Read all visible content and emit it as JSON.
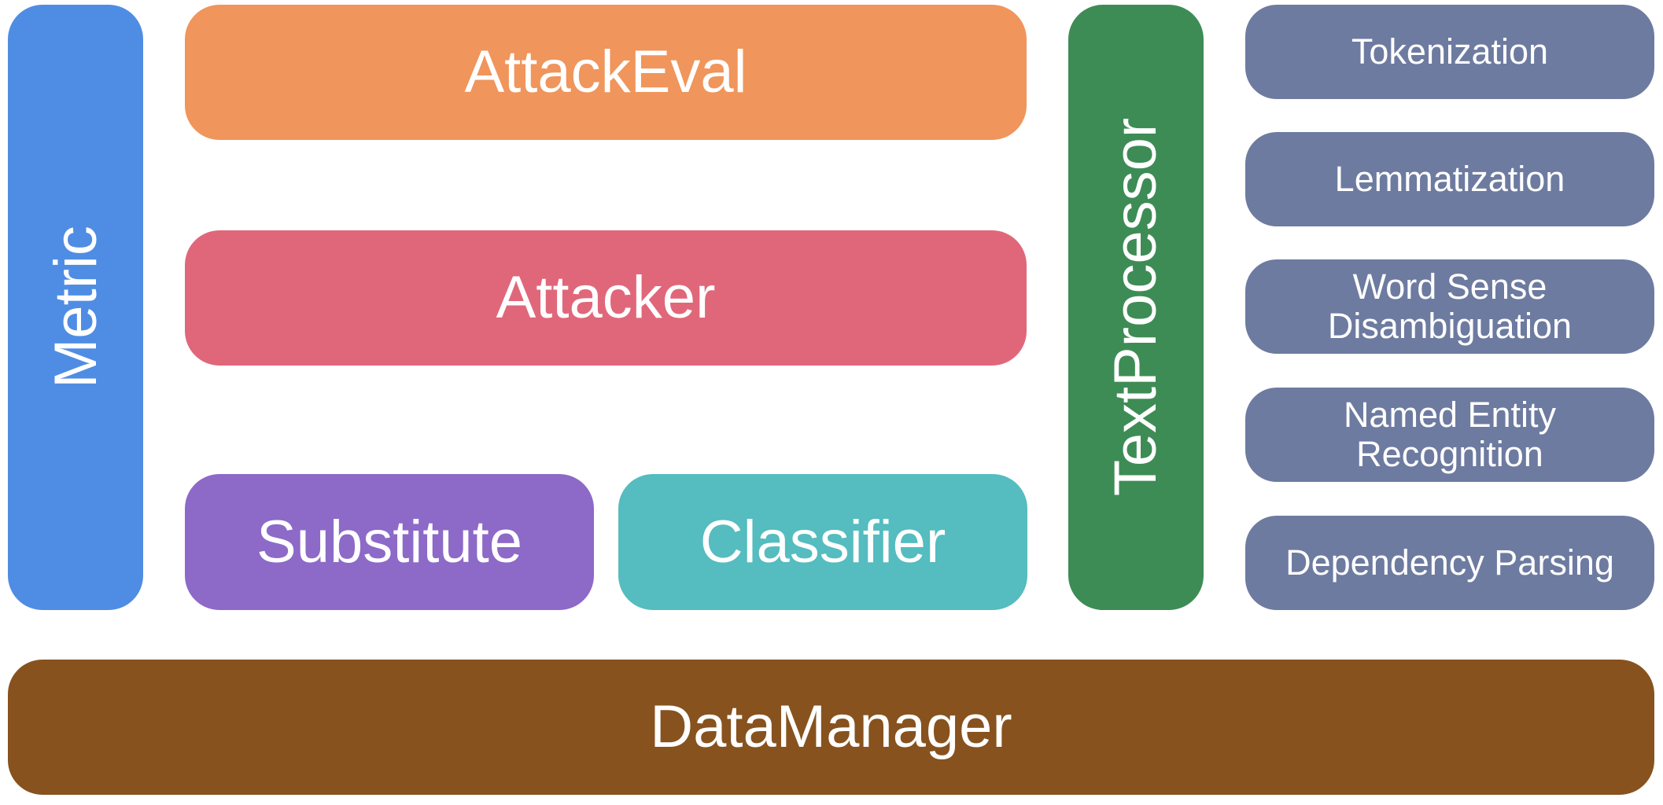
{
  "blocks": {
    "metric": {
      "label": "Metric",
      "color": "#4F8DE4"
    },
    "attackeval": {
      "label": "AttackEval",
      "color": "#F0955B"
    },
    "attacker": {
      "label": "Attacker",
      "color": "#E0677A"
    },
    "substitute": {
      "label": "Substitute",
      "color": "#8D69C8"
    },
    "classifier": {
      "label": "Classifier",
      "color": "#55BCBF"
    },
    "textprocessor": {
      "label": "TextProcessor",
      "color": "#3E8C55"
    },
    "datamanager": {
      "label": "DataManager",
      "color": "#87521E"
    }
  },
  "text_processor_modules": {
    "color": "#6E7BA0",
    "items": [
      {
        "label": "Tokenization"
      },
      {
        "label": "Lemmatization"
      },
      {
        "label": "Word Sense\nDisambiguation"
      },
      {
        "label": "Named Entity\nRecognition"
      },
      {
        "label": "Dependency Parsing"
      }
    ]
  }
}
